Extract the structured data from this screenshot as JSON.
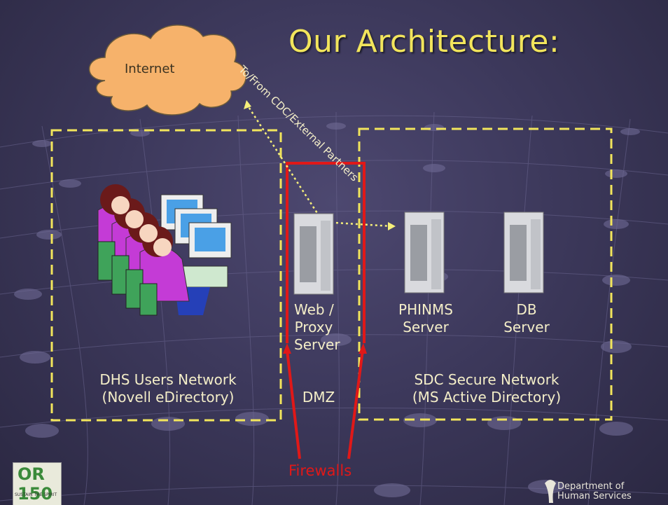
{
  "slide": {
    "title": "Our Architecture:"
  },
  "cloud": {
    "label": "Internet"
  },
  "connections": {
    "external_label": "To/From CDC/External Partners"
  },
  "zones": {
    "dhs": {
      "name": "DHS Users Network",
      "directory": "(Novell eDirectory)"
    },
    "dmz": {
      "name": "DMZ"
    },
    "sdc": {
      "name": "SDC Secure Network",
      "directory": "(MS Active Directory)"
    }
  },
  "servers": [
    {
      "line1": "Web /",
      "line2": "Proxy",
      "line3": "Server"
    },
    {
      "line1": "PHINMS",
      "line2": "Server"
    },
    {
      "line1": "DB",
      "line2": "Server"
    }
  ],
  "firewalls": {
    "label": "Firewalls"
  },
  "footer": {
    "dept_line1": "Department of",
    "dept_line2": "Human Services",
    "logo_text": "OR 150",
    "logo_tagline": "SUSTAIN THE SPIRIT"
  },
  "colors": {
    "title": "#f2e55c",
    "firewall": "#e01818",
    "zone_border": "#f2e55c",
    "cloud_fill": "#f6b26b"
  }
}
